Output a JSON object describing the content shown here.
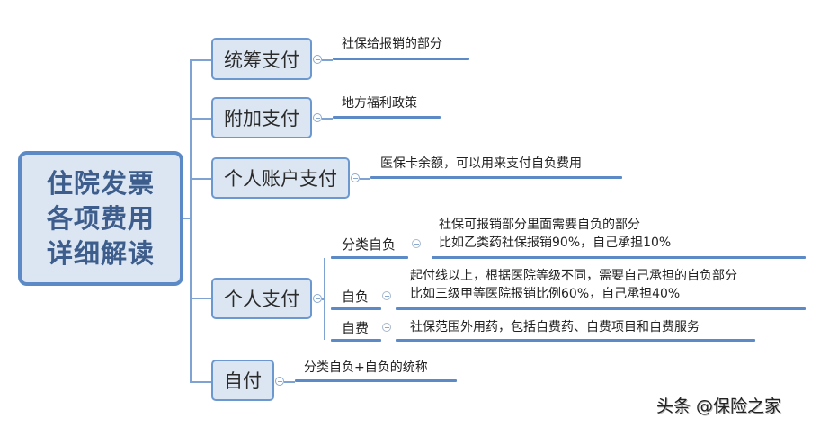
{
  "root": {
    "lines": [
      "住院发票",
      "各项费用",
      "详细解读"
    ]
  },
  "branches": [
    {
      "label": "统筹支付",
      "note": "社保给报销的部分"
    },
    {
      "label": "附加支付",
      "note": "地方福利政策"
    },
    {
      "label": "个人账户支付",
      "note": "医保卡余额，可以用来支付自负费用"
    },
    {
      "label": "个人支付",
      "children": [
        {
          "label": "分类自负",
          "lines": [
            "社保可报销部分里面需要自负的部分",
            "比如乙类药社保报销90%，自己承担10%"
          ]
        },
        {
          "label": "自负",
          "lines": [
            "起付线以上，根据医院等级不同，需要自己承担的自负部分",
            "比如三级甲等医院报销比例60%，自己承担40%"
          ]
        },
        {
          "label": "自费",
          "lines": [
            "社保范围外用药，包括自费药、自费项目和自费服务"
          ]
        }
      ]
    },
    {
      "label": "自付",
      "note": "分类自负+自负的统称"
    }
  ],
  "watermark": "头条 @保险之家",
  "colors": {
    "node_fill": "#dce6f2",
    "node_border": "#6b98cf",
    "root_border": "#5b8ac6",
    "root_text": "#3d5e8c",
    "line": "#5b8ac6"
  }
}
